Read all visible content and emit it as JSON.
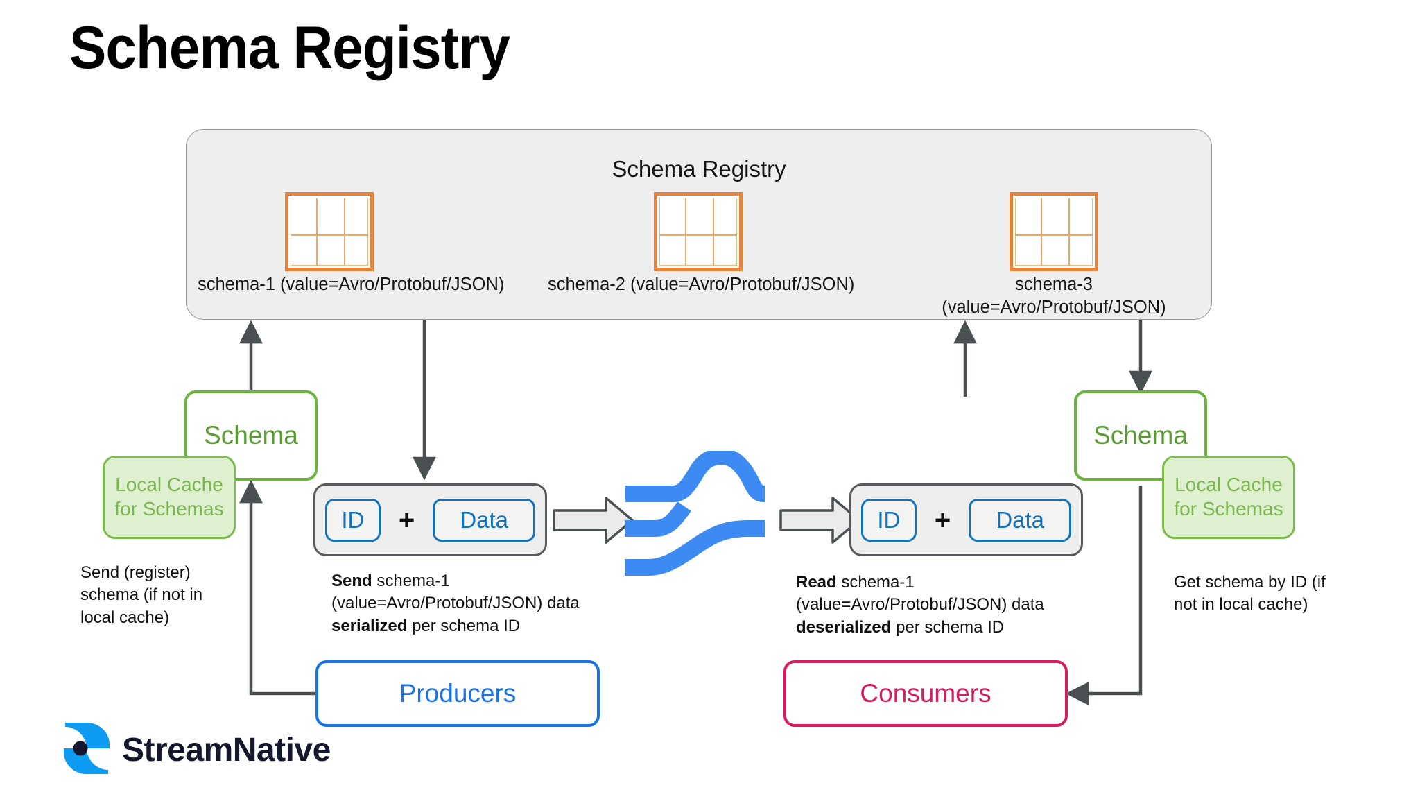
{
  "title": "Schema Registry",
  "registry": {
    "heading": "Schema Registry",
    "schemas": [
      {
        "icon": "schema-grid-icon",
        "label": "schema-1 (value=Avro/Protobuf/JSON)"
      },
      {
        "icon": "schema-grid-icon",
        "label": "schema-2 (value=Avro/Protobuf/JSON)"
      },
      {
        "icon": "schema-grid-icon",
        "label_line1": "schema-3",
        "label_line2": "(value=Avro/Protobuf/JSON)"
      }
    ]
  },
  "producer_side": {
    "schema_box": "Schema",
    "cache_box_line1": "Local Cache",
    "cache_box_line2": "for Schemas",
    "note_line1": "Send (register)",
    "note_line2": "schema (if not in",
    "note_line3": "local cache)",
    "message": {
      "id_label": "ID",
      "plus": "+",
      "data_label": "Data"
    },
    "caption": {
      "bold1": "Send",
      "text1": " schema-1",
      "line2": "(value=Avro/Protobuf/JSON) data",
      "bold2": "serialized",
      "text2": " per schema ID"
    },
    "actor": "Producers"
  },
  "consumer_side": {
    "schema_box": "Schema",
    "cache_box_line1": "Local Cache",
    "cache_box_line2": "for Schemas",
    "note_line1": "Get schema by ID (if",
    "note_line2": "not in local cache)",
    "message": {
      "id_label": "ID",
      "plus": "+",
      "data_label": "Data"
    },
    "caption": {
      "bold1": "Read",
      "text1": " schema-1",
      "line2": "(value=Avro/Protobuf/JSON) data",
      "bold2": "deserialized",
      "text2": " per schema ID"
    },
    "actor": "Consumers"
  },
  "broker": {
    "icon": "apache-pulsar-logo"
  },
  "brand": {
    "name": "StreamNative",
    "icon": "streamnative-logo-mark"
  },
  "colors": {
    "schema_icon_orange": "#e8833a",
    "green": "#6cb33f",
    "cache_green_fill": "#dff0d0",
    "blue": "#1a73e8",
    "field_blue": "#1272bb",
    "pink": "#d81b60",
    "panel_gray": "#eeeeee",
    "edge_gray": "#4a4f52",
    "pulsar_blue": "#3d8bf2",
    "brand_navy": "#15172c"
  }
}
